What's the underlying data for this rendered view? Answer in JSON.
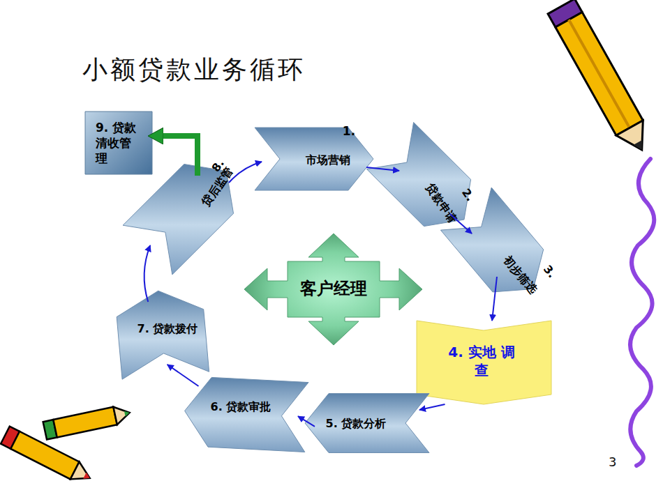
{
  "diagram": {
    "title": "小额贷款业务循环",
    "nodes": [
      {
        "text": [
          "1.",
          "市场营销"
        ]
      },
      {
        "text": [
          "2.",
          "贷款申请"
        ]
      },
      {
        "text": [
          "3.",
          "初步筛选"
        ]
      },
      {
        "text": [
          "4. 实地 调查"
        ]
      },
      {
        "text": [
          "5. 贷款分析"
        ]
      },
      {
        "text": [
          "6. 贷款审批"
        ]
      },
      {
        "text": [
          "7. 贷款拨付"
        ]
      },
      {
        "text": [
          "8.",
          "贷后监管"
        ]
      },
      {
        "text": [
          "9. 贷款 清收管 理"
        ]
      },
      {
        "text": [
          "客户经理"
        ]
      }
    ],
    "edges": [
      {
        "from": 0,
        "to": 1,
        "arrow": "to"
      },
      {
        "from": 1,
        "to": 2,
        "arrow": "to"
      },
      {
        "from": 2,
        "to": 3,
        "arrow": "to"
      },
      {
        "from": 3,
        "to": 4,
        "arrow": "to"
      },
      {
        "from": 4,
        "to": 5,
        "arrow": "to"
      },
      {
        "from": 5,
        "to": 6,
        "arrow": "to"
      },
      {
        "from": 6,
        "to": 7,
        "arrow": "to"
      },
      {
        "from": 7,
        "to": 0,
        "arrow": "to"
      },
      {
        "from": 7,
        "to": 8,
        "arrow": "to"
      }
    ],
    "labels": [
      "3"
    ]
  }
}
